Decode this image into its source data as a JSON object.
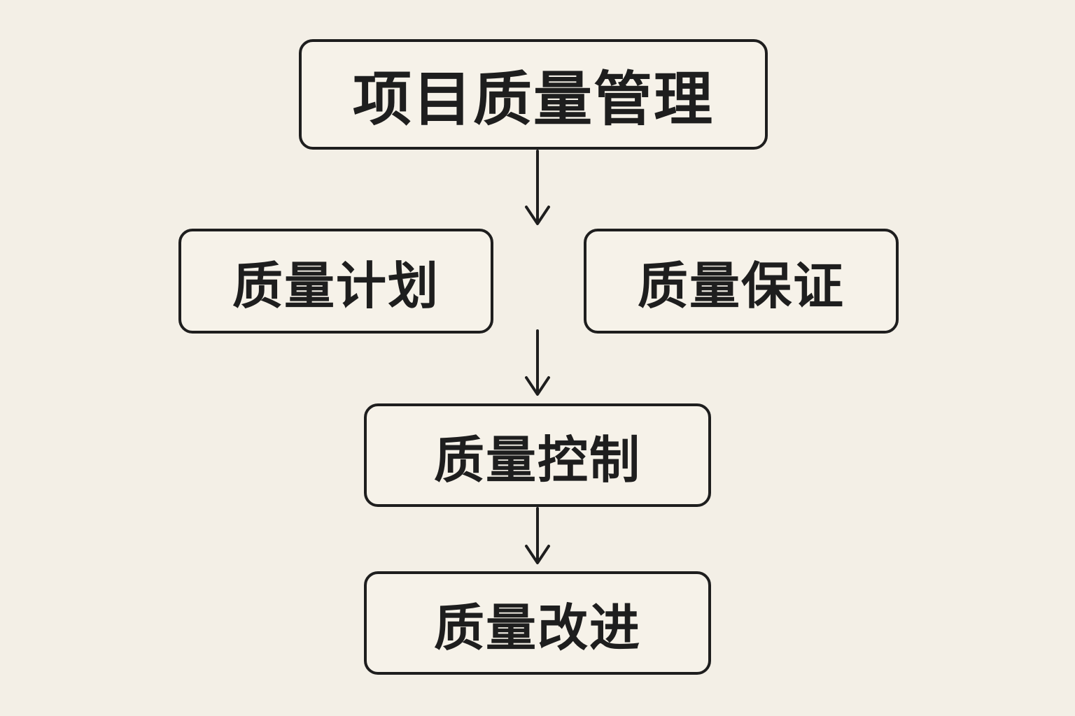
{
  "diagram": {
    "root": "项目质量管理",
    "plan": "质量计划",
    "assurance": "质量保证",
    "control": "质量控制",
    "improve": "质量改进"
  }
}
